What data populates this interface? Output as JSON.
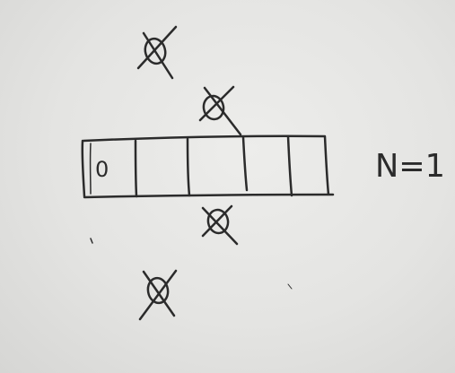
{
  "drawing": {
    "array": {
      "cells": [
        "0",
        "",
        "",
        "",
        "",
        ""
      ]
    },
    "annotation": "N=1",
    "marks": [
      {
        "id": "top-left",
        "symbol": "empty-set-crossed"
      },
      {
        "id": "top-right",
        "symbol": "empty-set-crossed"
      },
      {
        "id": "below-array",
        "symbol": "empty-set-crossed"
      },
      {
        "id": "bottom",
        "symbol": "empty-set-crossed"
      }
    ]
  }
}
